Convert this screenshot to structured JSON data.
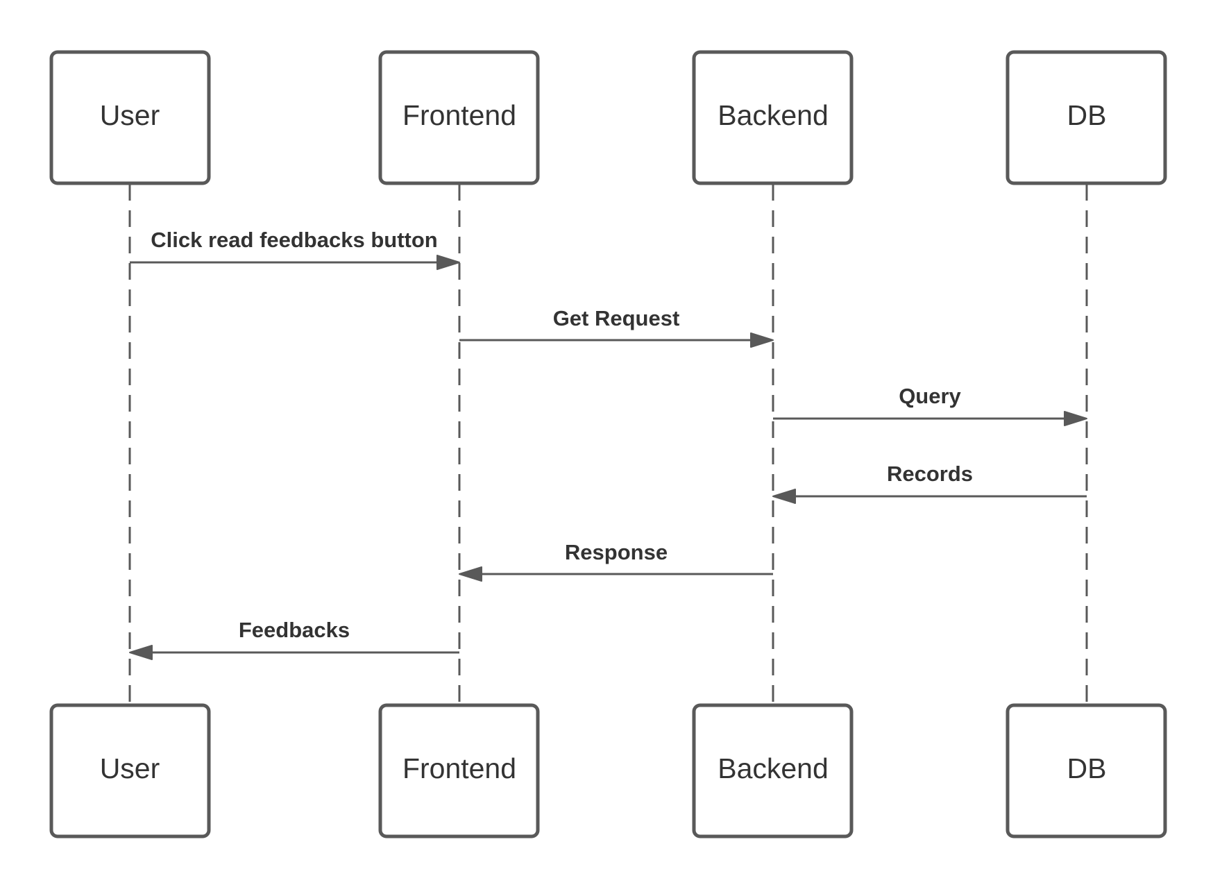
{
  "actors": [
    {
      "id": "user",
      "label": "User"
    },
    {
      "id": "frontend",
      "label": "Frontend"
    },
    {
      "id": "backend",
      "label": "Backend"
    },
    {
      "id": "db",
      "label": "DB"
    }
  ],
  "messages": [
    {
      "from": 0,
      "to": 1,
      "label": "Click read feedbacks button"
    },
    {
      "from": 1,
      "to": 2,
      "label": "Get Request"
    },
    {
      "from": 2,
      "to": 3,
      "label": "Query"
    },
    {
      "from": 3,
      "to": 2,
      "label": "Records"
    },
    {
      "from": 2,
      "to": 1,
      "label": "Response"
    },
    {
      "from": 1,
      "to": 0,
      "label": "Feedbacks"
    }
  ],
  "colors": {
    "stroke": "#595959",
    "text": "#333333",
    "background": "#ffffff"
  }
}
